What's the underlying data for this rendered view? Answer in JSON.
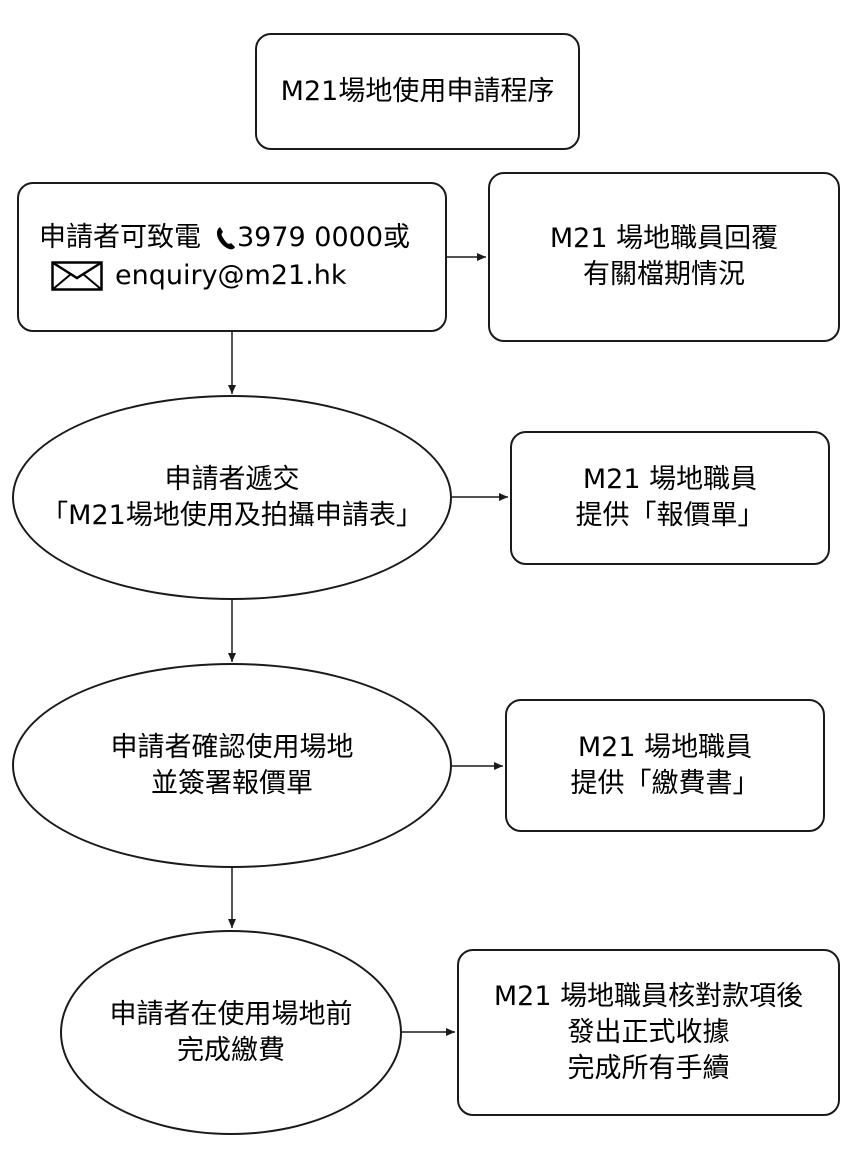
{
  "title": "M21場地使用申請程序",
  "step1": {
    "line1_prefix": "申請者可致電",
    "phone": "3979 0000或",
    "email": "enquiry@m21.hk",
    "phone_icon": "phone-icon",
    "email_icon": "envelope-icon"
  },
  "reply1": {
    "line1": "M21 場地職員回覆",
    "line2": "有關檔期情況"
  },
  "step2": {
    "line1": "申請者遞交",
    "line2": "「M21場地使用及拍攝申請表」"
  },
  "reply2": {
    "line1": "M21 場地職員",
    "line2": "提供「報價單」"
  },
  "step3": {
    "line1": "申請者確認使用場地",
    "line2": "並簽署報價單"
  },
  "reply3": {
    "line1": "M21 場地職員",
    "line2": "提供「繳費書」"
  },
  "step4": {
    "line1": "申請者在使用場地前",
    "line2": "完成繳費"
  },
  "reply4": {
    "line1": "M21 場地職員核對款項後",
    "line2": "發出正式收據",
    "line3": "完成所有手續"
  }
}
